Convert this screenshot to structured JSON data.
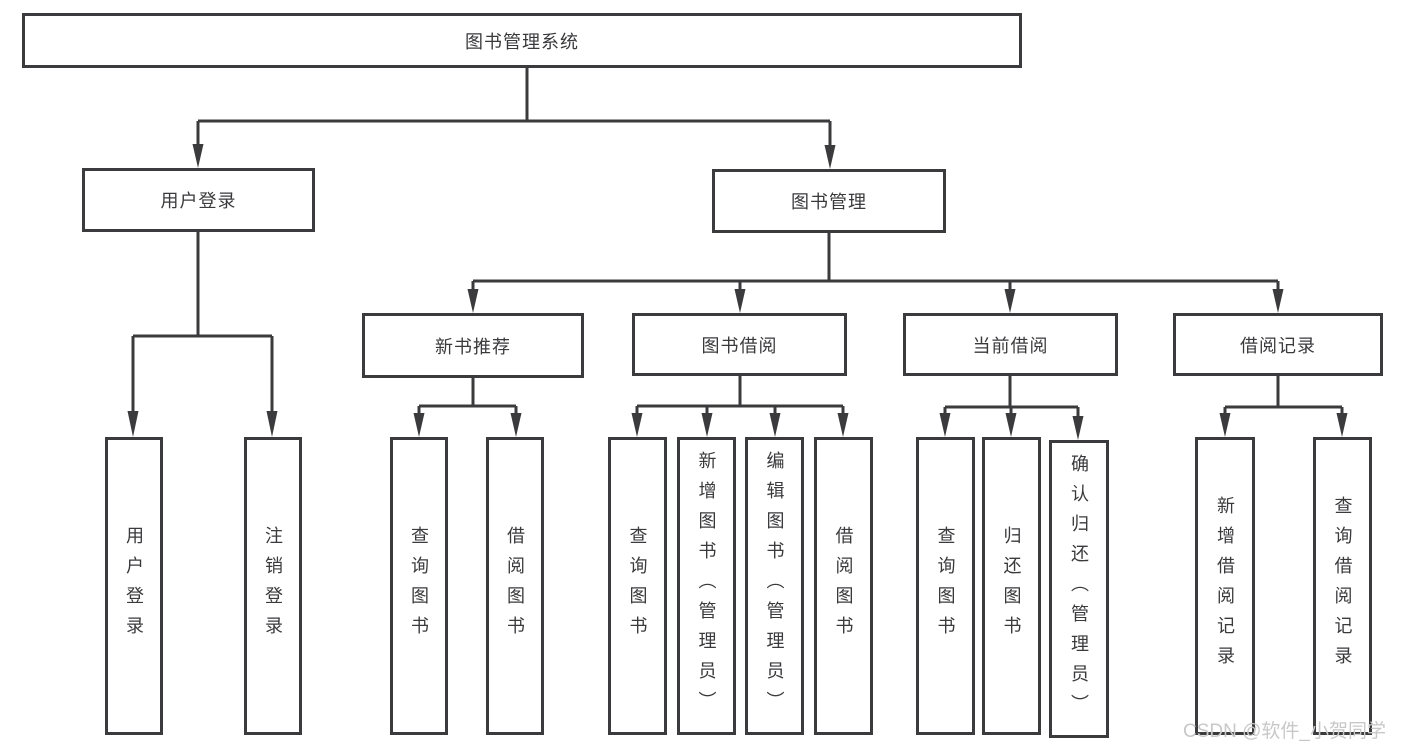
{
  "colors": {
    "border": "#3b3b3d",
    "text": "#3a3a3c",
    "watermark": "#c8c8c8",
    "background": "#ffffff"
  },
  "nodes": {
    "root": "图书管理系统",
    "user_login": "用户登录",
    "book_management": "图书管理",
    "new_book_recommend": "新书推荐",
    "book_borrowing": "图书借阅",
    "current_borrowing": "当前借阅",
    "borrowing_records": "借阅记录",
    "leaf_user_login": "用户登录",
    "leaf_logout": "注销登录",
    "leaf_rec_query_books": "查询图书",
    "leaf_rec_borrow_books": "借阅图书",
    "leaf_bb_query_books": "查询图书",
    "leaf_bb_add_books": "新增图书（管理员）",
    "leaf_bb_edit_books": "编辑图书（管理员）",
    "leaf_bb_borrow_books": "借阅图书",
    "leaf_cb_query_books": "查询图书",
    "leaf_cb_return_books": "归还图书",
    "leaf_cb_confirm_return": "确认归还（管理员）",
    "leaf_br_add_record": "新增借阅记录",
    "leaf_br_query_record": "查询借阅记录"
  },
  "watermark": {
    "text": "CSDN @软件_小贺同学"
  }
}
